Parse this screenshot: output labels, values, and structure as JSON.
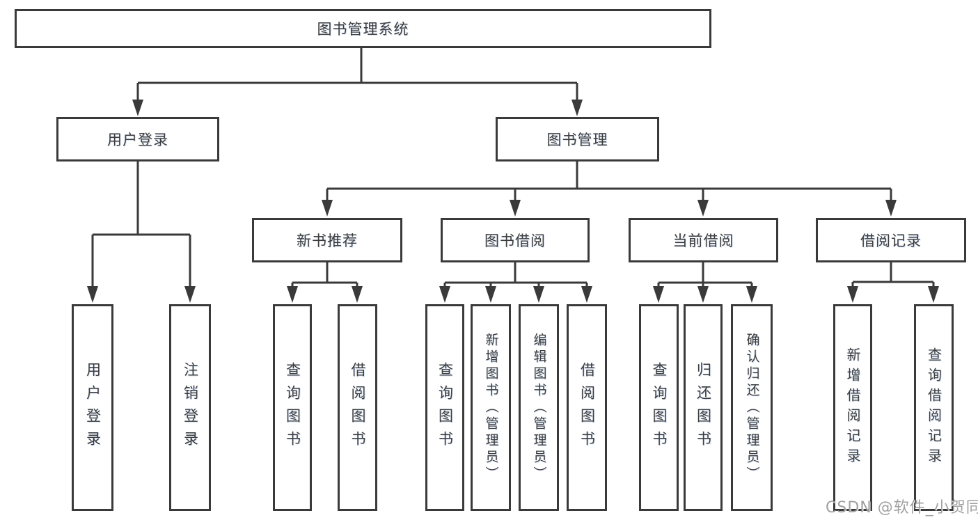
{
  "diagram": {
    "title": "图书管理系统",
    "watermark": "CSDN @软件_小贺同学",
    "colors": {
      "line": "#3a3a3a",
      "text": "#3d3d3d",
      "background": "#ffffff"
    },
    "nodes": {
      "root": {
        "label": "图书管理系统"
      },
      "user_login": {
        "label": "用户登录"
      },
      "book_mgmt": {
        "label": "图书管理"
      },
      "new_book_rec": {
        "label": "新书推荐"
      },
      "book_borrow": {
        "label": "图书借阅"
      },
      "current_borrow": {
        "label": "当前借阅"
      },
      "borrow_record": {
        "label": "借阅记录"
      },
      "login_leaf": {
        "label": "用户登录"
      },
      "logout_leaf": {
        "label": "注销登录"
      },
      "rec_query": {
        "label": "查询图书"
      },
      "rec_borrow": {
        "label": "借阅图书"
      },
      "bor_query": {
        "label": "查询图书"
      },
      "bor_add": {
        "label": "新增图书（管理员）"
      },
      "bor_edit": {
        "label": "编辑图书（管理员）"
      },
      "bor_borrow": {
        "label": "借阅图书"
      },
      "cur_query": {
        "label": "查询图书"
      },
      "cur_return": {
        "label": "归还图书"
      },
      "cur_confirm": {
        "label": "确认归还（管理员）"
      },
      "log_add": {
        "label": "新增借阅记录"
      },
      "log_query": {
        "label": "查询借阅记录"
      }
    },
    "structure": {
      "图书管理系统": [
        "用户登录",
        "图书管理"
      ],
      "用户登录": [
        "用户登录",
        "注销登录"
      ],
      "图书管理": [
        "新书推荐",
        "图书借阅",
        "当前借阅",
        "借阅记录"
      ],
      "新书推荐": [
        "查询图书",
        "借阅图书"
      ],
      "图书借阅": [
        "查询图书",
        "新增图书（管理员）",
        "编辑图书（管理员）",
        "借阅图书"
      ],
      "当前借阅": [
        "查询图书",
        "归还图书",
        "确认归还（管理员）"
      ],
      "借阅记录": [
        "新增借阅记录",
        "查询借阅记录"
      ]
    }
  }
}
